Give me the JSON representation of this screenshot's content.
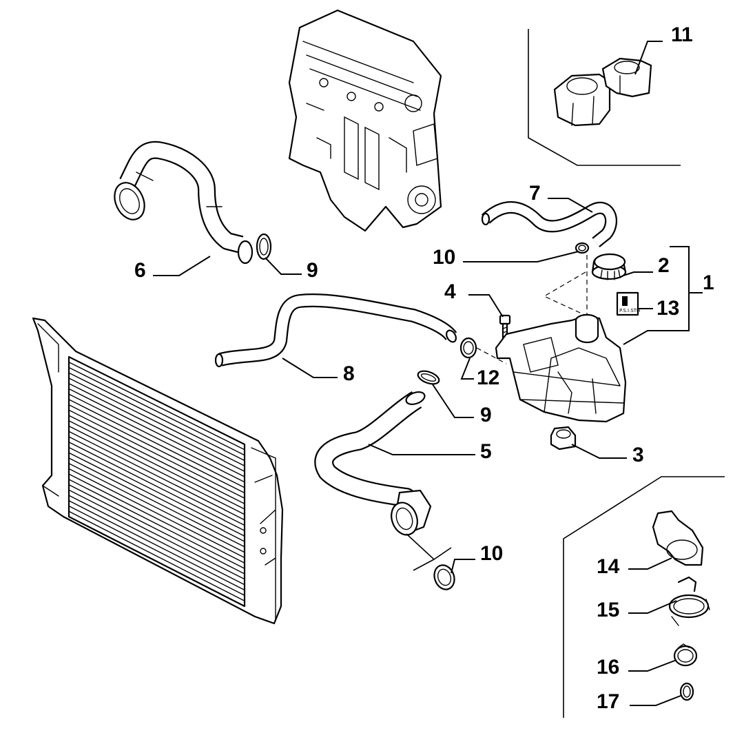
{
  "callouts": {
    "c1": "1",
    "c2": "2",
    "c3": "3",
    "c4": "4",
    "c5": "5",
    "c6": "6",
    "c7": "7",
    "c8": "8",
    "c9a": "9",
    "c9b": "9",
    "c10a": "10",
    "c10b": "10",
    "c11": "11",
    "c12": "12",
    "c13": "13",
    "c14": "14",
    "c15": "15",
    "c16": "16",
    "c17": "17"
  },
  "label_sticker_text": "P.S.I.STH",
  "colors": {
    "line": "#000000",
    "background": "#ffffff"
  }
}
